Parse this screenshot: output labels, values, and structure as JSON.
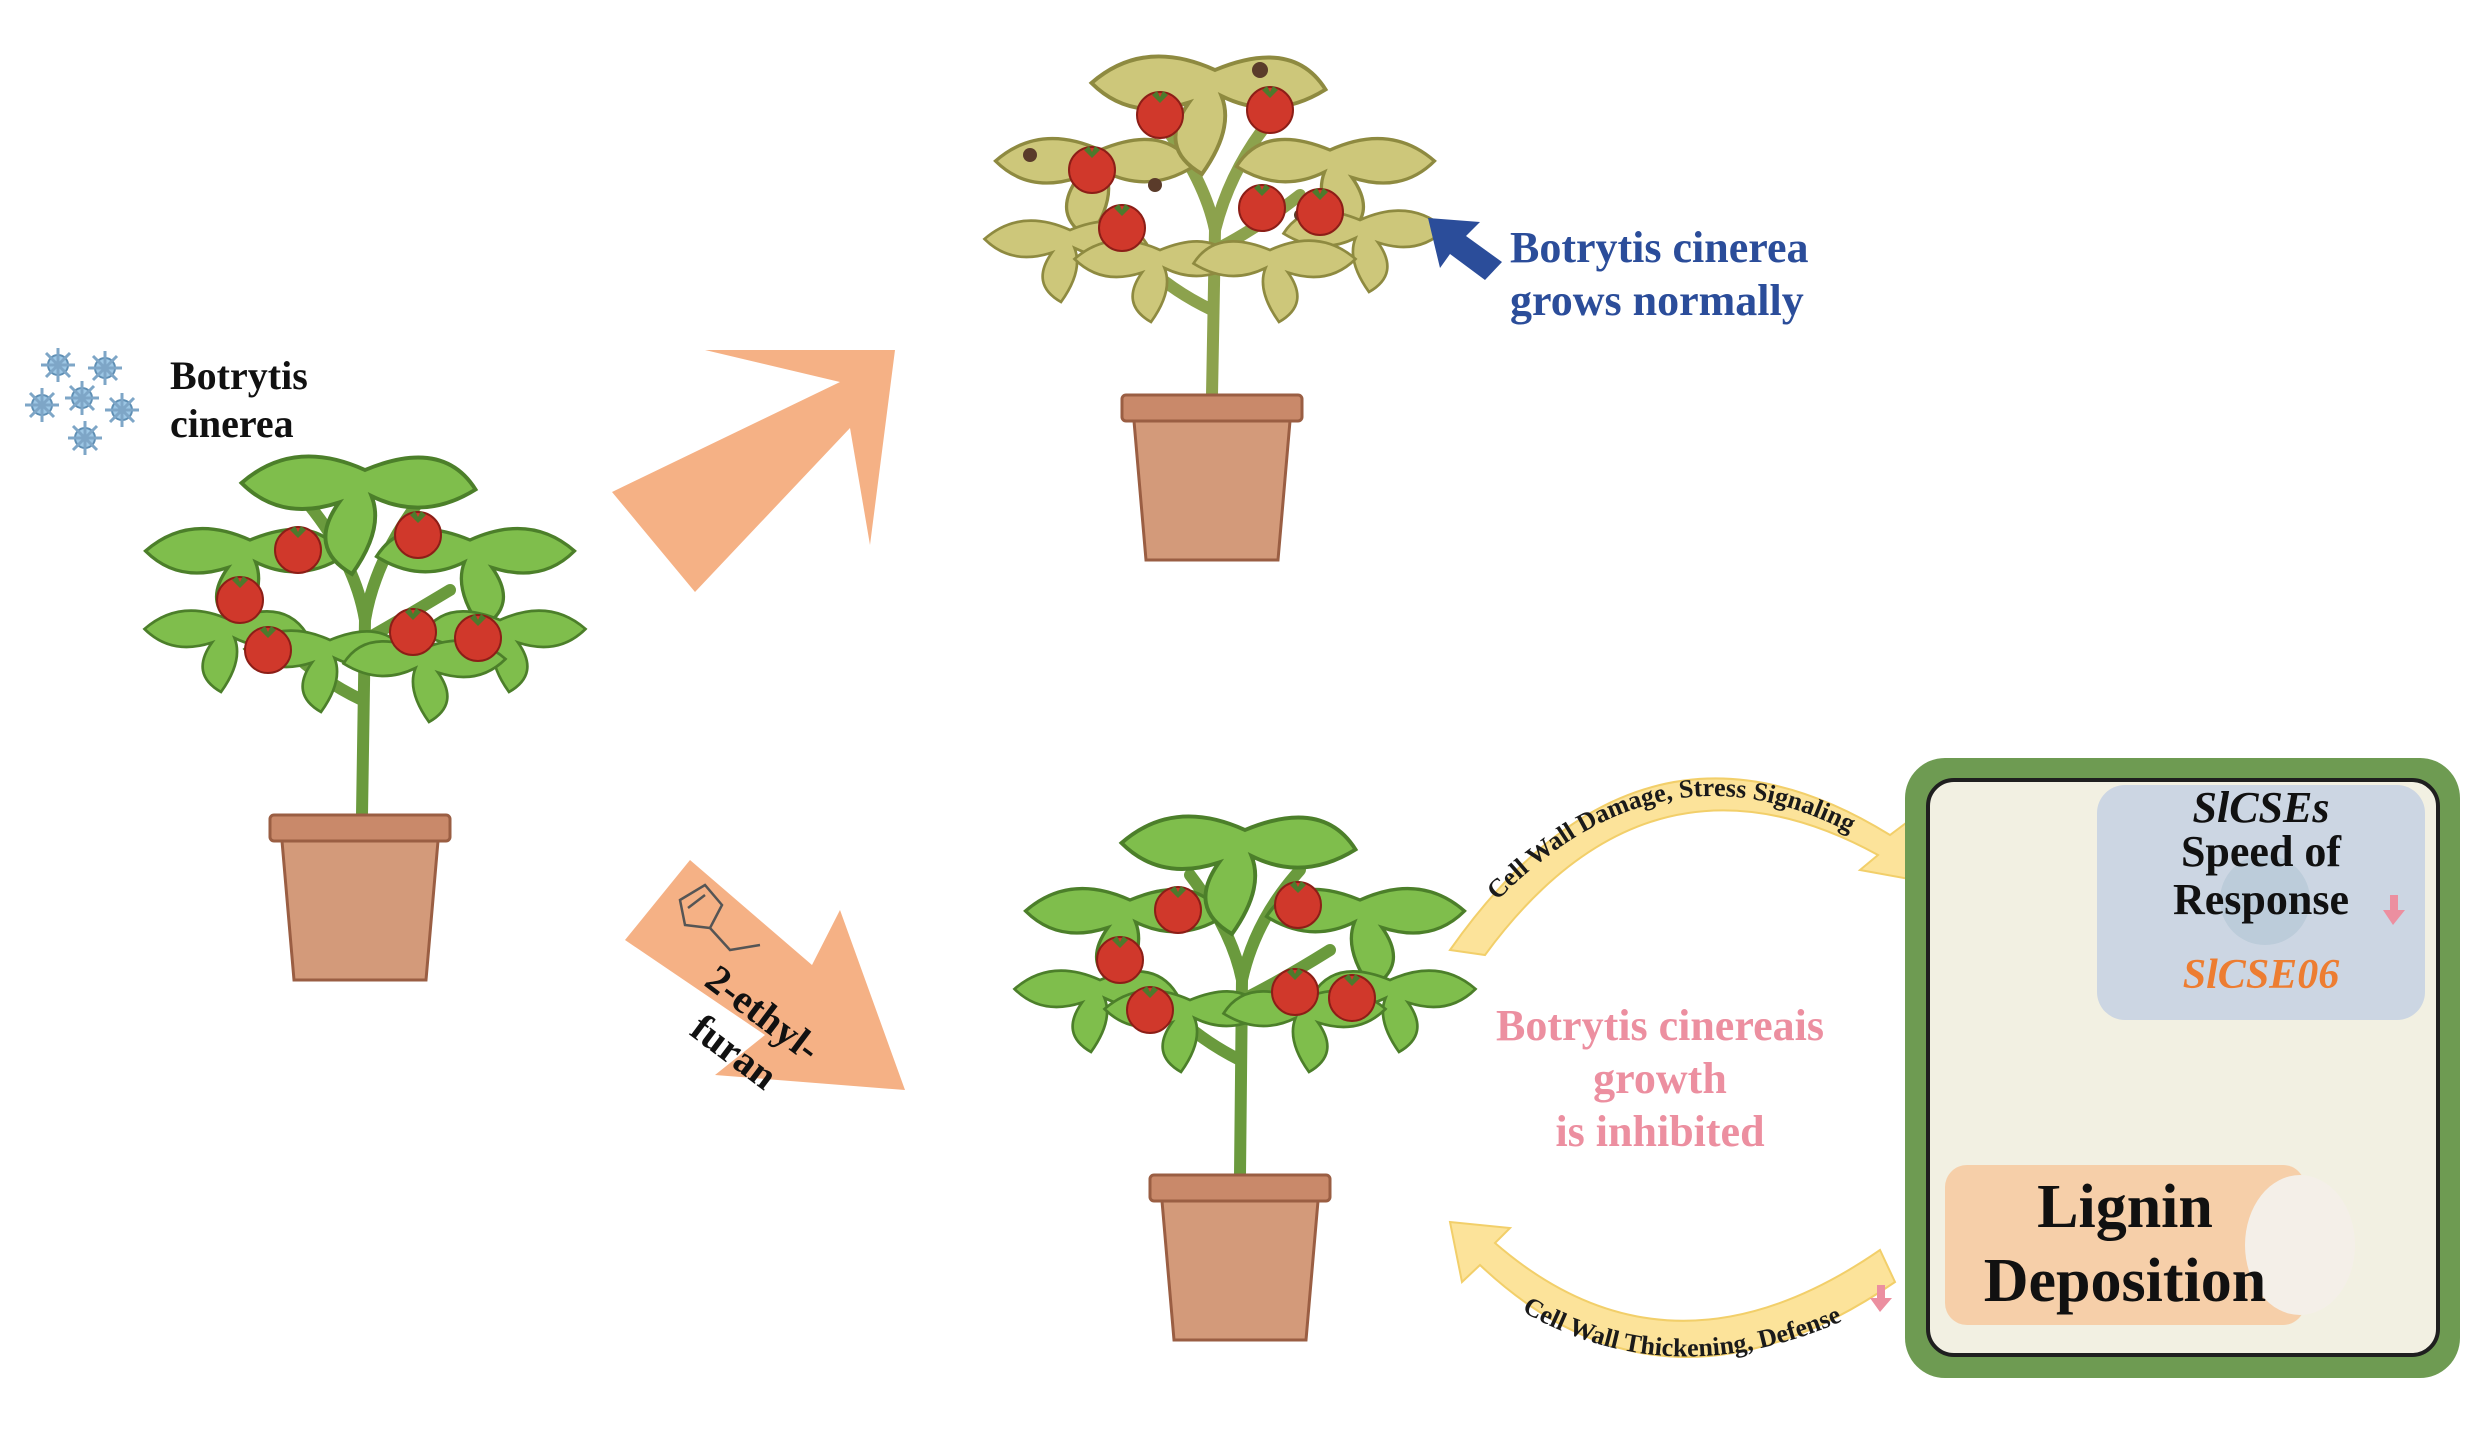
{
  "pathogen_label": [
    "Botrytis",
    "cinerea"
  ],
  "outcome_normal": [
    "Botrytis cinerea",
    "grows normally"
  ],
  "treatment_label": [
    "2-ethyl-",
    "furan"
  ],
  "outcome_inhibited": [
    "Botrytis cinereais",
    "growth",
    "is inhibited"
  ],
  "upper_arc_text": "Cell Wall Damage, Stress Signaling",
  "lower_arc_text": "Cell Wall Thickening, Defense",
  "cell_box": {
    "genes_title": "SlCSEs",
    "response_lines": [
      "Speed of",
      "Response"
    ],
    "gene_name": "SlCSE06",
    "lignin_lines": [
      "Lignin",
      "Deposition"
    ]
  },
  "colors": {
    "blue_text": "#2b4d9a",
    "pink_text": "#ec8fa0",
    "orange_arrow": "#f5b185",
    "arc_yellow": "#fce39a",
    "cell_border": "#6e9b52",
    "cell_fill": "#f2f0e2",
    "gene_orange": "#ed7d31",
    "healthy_leaf": "#7fbe4c",
    "diseased_leaf": "#cdc77a"
  }
}
